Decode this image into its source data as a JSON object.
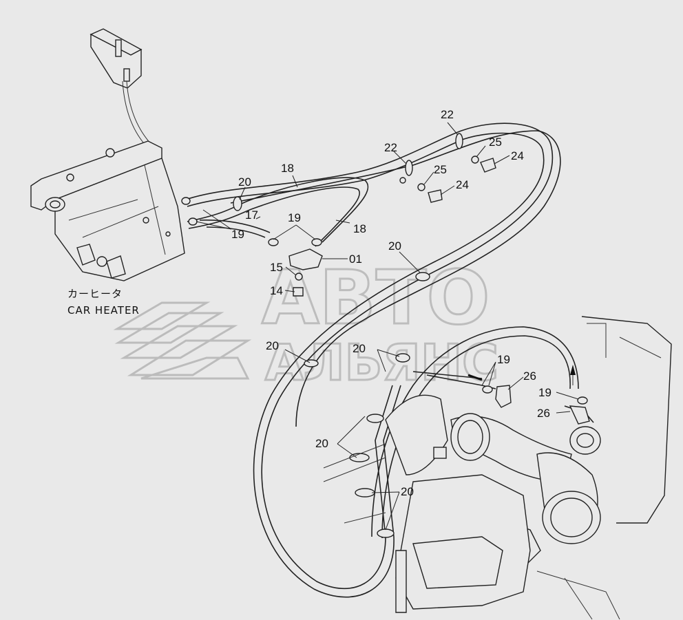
{
  "caption": {
    "jp": "カーヒータ",
    "en": "CAR HEATER"
  },
  "watermark": {
    "line1": "АВТО",
    "line2": "АЛЬЯНС"
  },
  "callouts": {
    "c18a": "18",
    "c18b": "18",
    "c20a": "20",
    "c20b": "20",
    "c20c": "20",
    "c20d": "20",
    "c20e": "20",
    "c20f": "20",
    "c17": "17",
    "c19a": "19",
    "c19b": "19",
    "c19c": "19",
    "c19d": "19",
    "c22a": "22",
    "c22b": "22",
    "c25a": "25",
    "c25b": "25",
    "c24a": "24",
    "c24b": "24",
    "c01": "01",
    "c15": "15",
    "c14": "14",
    "c26a": "26",
    "c26b": "26"
  }
}
